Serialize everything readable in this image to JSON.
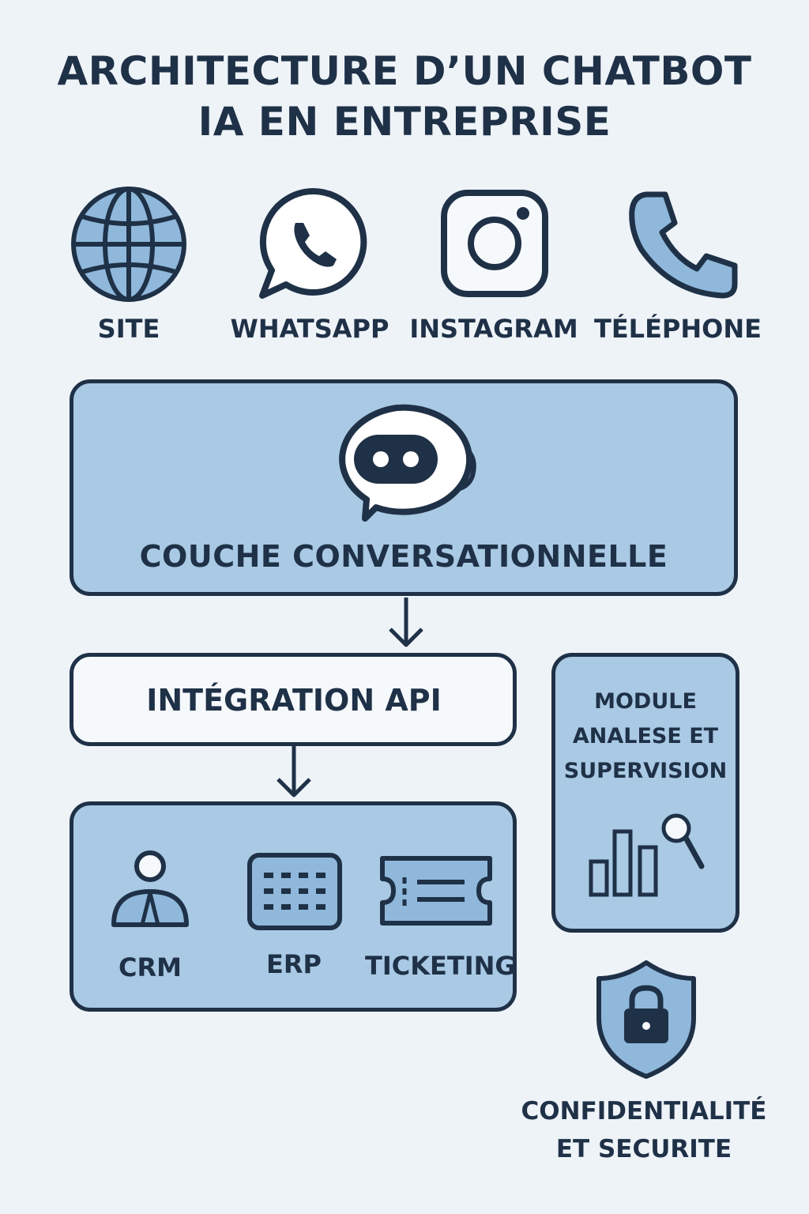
{
  "title": {
    "line1": "ARCHITECTURE D’UN CHATBOT",
    "line2": "IA EN ENTREPRISE"
  },
  "channels": [
    {
      "label": "SITE",
      "icon": "globe-icon"
    },
    {
      "label": "WHATSAPP",
      "icon": "whatsapp-icon"
    },
    {
      "label": "INSTAGRAM",
      "icon": "instagram-icon"
    },
    {
      "label": "TÉLÉPHONE",
      "icon": "phone-icon"
    }
  ],
  "conversational_layer": {
    "label": "COUCHE CONVERSATIONNELLE",
    "icon": "chatbot-robot-icon"
  },
  "api_integration": {
    "label": "INTÉGRATION API"
  },
  "systems": [
    {
      "label": "CRM",
      "icon": "user-icon"
    },
    {
      "label": "ERP",
      "icon": "keyboard-grid-icon"
    },
    {
      "label": "TICKETING",
      "icon": "ticket-icon"
    }
  ],
  "analysis_module": {
    "line1": "MODULE",
    "line2": "ANALESE ET",
    "line3": "SUPERVISION",
    "icon": "bar-chart-magnifier-icon"
  },
  "security": {
    "line1": "CONFIDENTIALITÉ",
    "line2": "ET SECURITE",
    "icon": "shield-lock-icon"
  },
  "colors": {
    "background": "#eef3f8",
    "dark": "#1f3147",
    "accent_blue": "#a9c9e4",
    "light_blue": "#8fb8db",
    "white_box": "#f6f9fc"
  }
}
